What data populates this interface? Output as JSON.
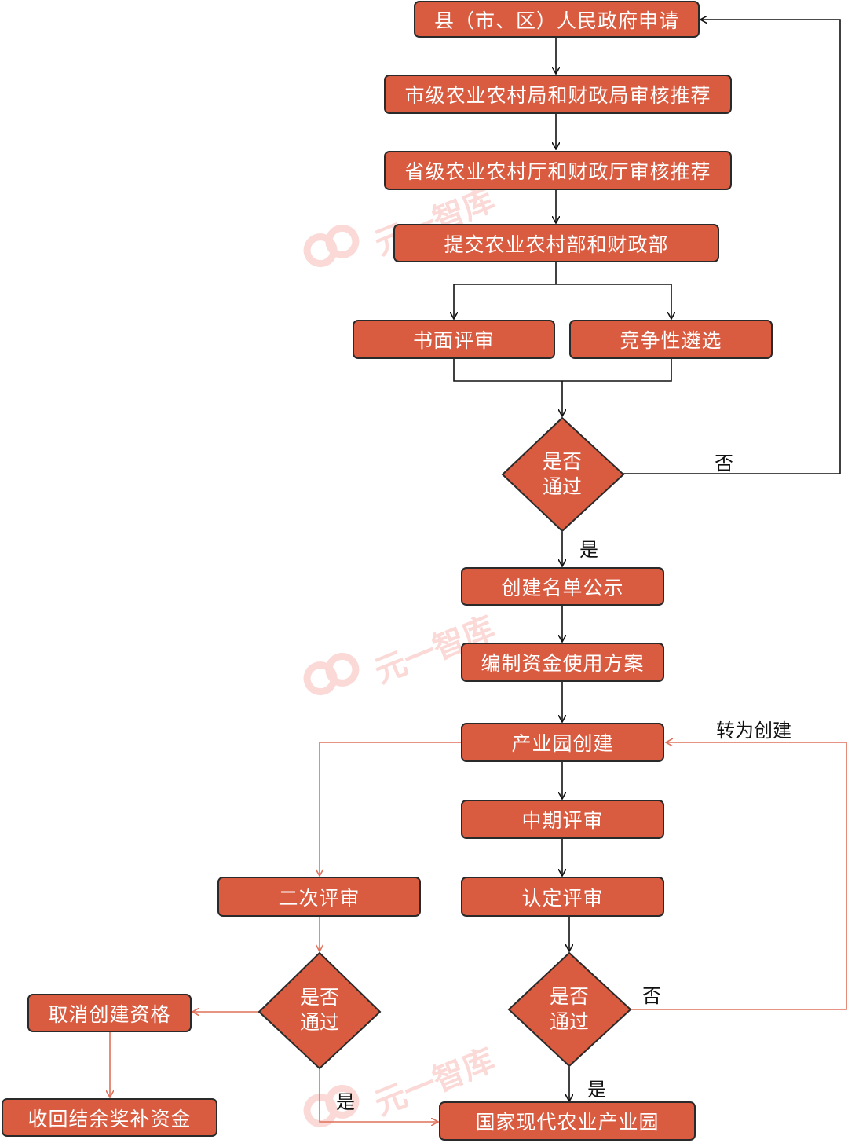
{
  "nodes": {
    "apply": "县（市、区）人民政府申请",
    "city_review": "市级农业农村局和财政局审核推荐",
    "prov_review": "省级农业农村厅和财政厅审核推荐",
    "submit": "提交农业农村部和财政部",
    "written_review": "书面评审",
    "competitive": "竞争性遴选",
    "decision1": [
      "是否",
      "通过"
    ],
    "publicity": "创建名单公示",
    "fund_plan": "编制资金使用方案",
    "park_build": "产业园创建",
    "midterm": "中期评审",
    "certify": "认定评审",
    "decision2": [
      "是否",
      "通过"
    ],
    "second_review": "二次评审",
    "decision3": [
      "是否",
      "通过"
    ],
    "cancel": "取消创建资格",
    "recover": "收回结余奖补资金",
    "national_park": "国家现代农业产业园"
  },
  "edge_labels": {
    "d1_no": "否",
    "d1_yes": "是",
    "d2_no": "否",
    "d2_yes": "是",
    "d3_yes": "是",
    "convert": "转为创建"
  },
  "watermark": {
    "text": "元一智库",
    "color": "#F08C84"
  },
  "colors": {
    "box_fill": "#D95B40",
    "box_border": "#2a2a2a",
    "red_line": "#E0705A",
    "black_line": "#111111"
  }
}
